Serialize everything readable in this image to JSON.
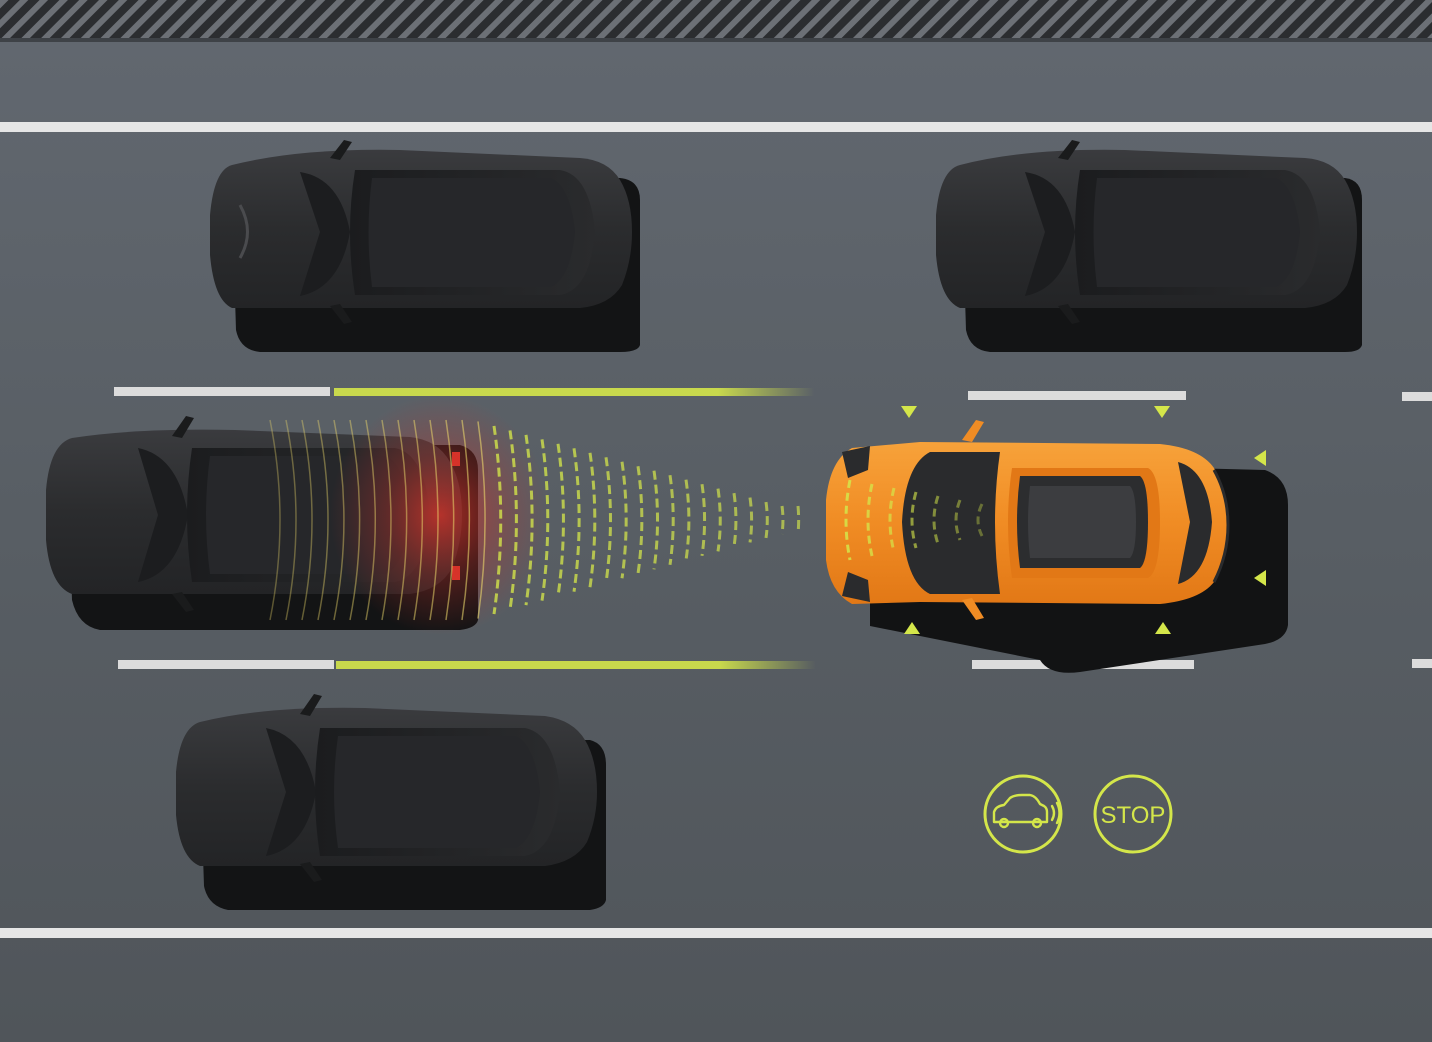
{
  "scene": {
    "description_free": true,
    "vehicles": [
      {
        "id": "parked-car-1",
        "color": "#2e2f31"
      },
      {
        "id": "parked-car-2",
        "color": "#2e2f31"
      },
      {
        "id": "parked-car-3",
        "color": "#2e2f31"
      },
      {
        "id": "parked-car-4",
        "color": "#2e2f31"
      },
      {
        "id": "ego-car",
        "color": "#f08c24"
      }
    ],
    "colors": {
      "road": "#5a6066",
      "lane_white": "#e6e6e6",
      "sensor_green": "#d4e64a",
      "sensor_red": "#e2342a",
      "shadow": "#121314"
    }
  },
  "badges": {
    "sensor_icon": "car-sensor-icon",
    "stop_label": "STOP"
  }
}
